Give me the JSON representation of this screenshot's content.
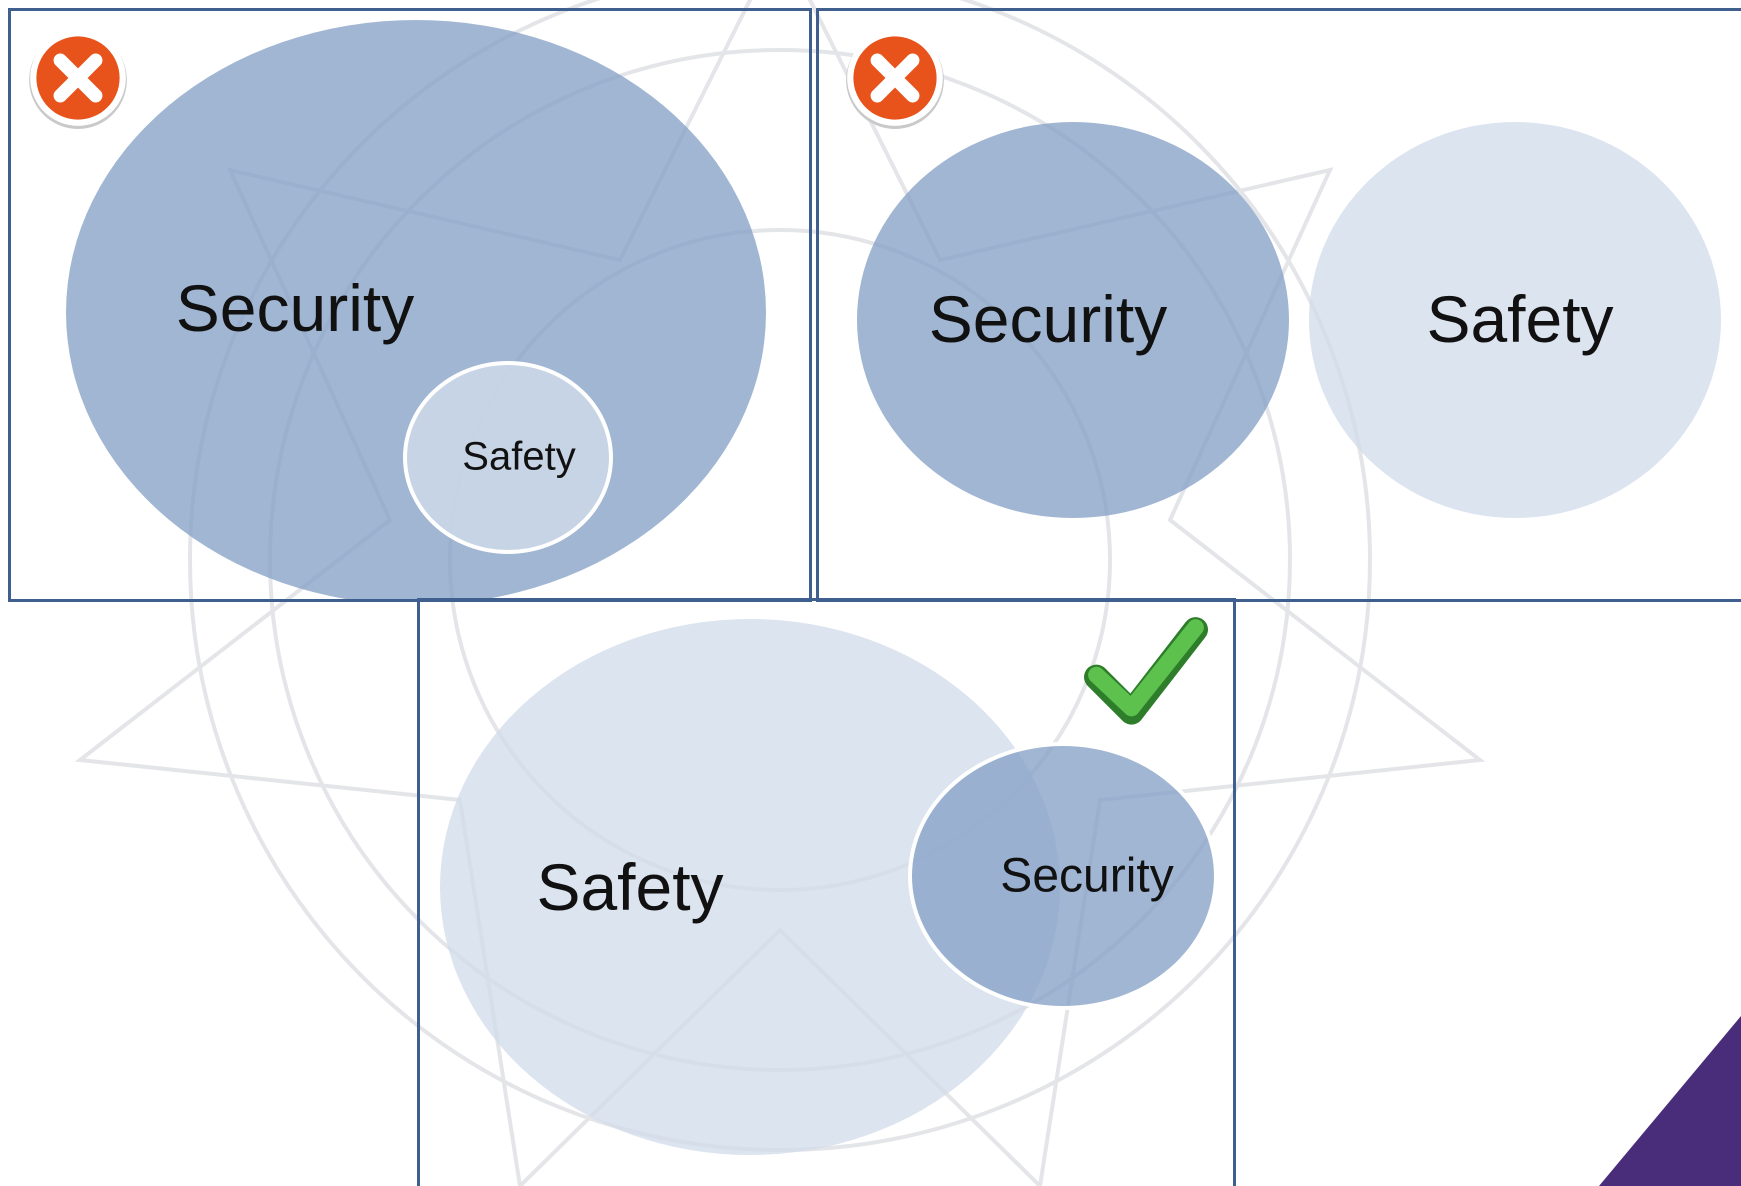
{
  "diagrams": [
    {
      "status": "incorrect",
      "status_icon": "cross-icon",
      "outer_label": "Security",
      "inner_label": "Safety"
    },
    {
      "status": "incorrect",
      "status_icon": "cross-icon",
      "left_label": "Security",
      "right_label": "Safety"
    },
    {
      "status": "correct",
      "status_icon": "checkmark-icon",
      "outer_label": "Safety",
      "inner_label": "Security"
    }
  ],
  "colors": {
    "security_fill": "#87a1c6",
    "safety_fill": "#d2dceb",
    "panel_border": "#3f5f8f",
    "cross_icon": "#e8531c",
    "check_icon": "#3aa635",
    "corner_accent": "#4a2d7a"
  }
}
